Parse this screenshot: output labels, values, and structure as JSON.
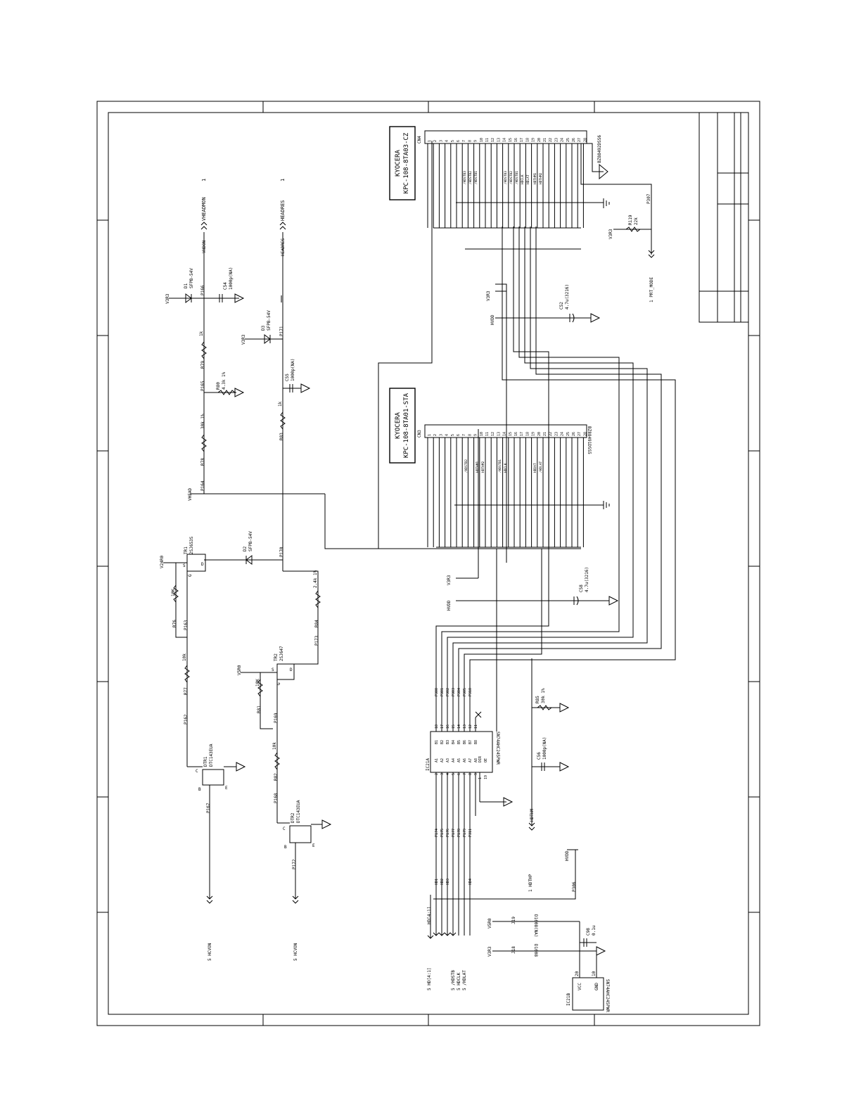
{
  "connectors": {
    "cn4": {
      "ref": "CN4",
      "maker": "KYOCERA",
      "part": "KPC-108-8TA03-CZ",
      "model": "BZ88492DSS6",
      "pins": [
        "1",
        "2",
        "3",
        "4",
        "5",
        "6",
        "7",
        "8",
        "9",
        "10",
        "11",
        "12",
        "13",
        "14",
        "15",
        "16",
        "17",
        "18",
        "19",
        "20",
        "21",
        "22",
        "23",
        "24",
        "25",
        "26",
        "27",
        "28"
      ],
      "signals": [
        "/HDSTB3",
        "/HDSTB2",
        "/HDSTB1",
        "/HDSTB3",
        "/HDSTB2",
        "/HDSTB1",
        "HDCLK",
        "HDLAT",
        "HDTHM1",
        "HDTHM2"
      ]
    },
    "cn3": {
      "ref": "CN3",
      "maker": "KYOCERA",
      "part": "KPC-108-8TA01-STA",
      "model": "BZ88491DSS5",
      "pins": [
        "1",
        "2",
        "3",
        "4",
        "5",
        "6",
        "7",
        "8",
        "9",
        "10",
        "11",
        "12",
        "13",
        "14",
        "15",
        "16",
        "17",
        "18",
        "19",
        "20",
        "21",
        "22",
        "23",
        "24",
        "25",
        "26",
        "27",
        "28"
      ],
      "signals": [
        "/HDSTB2",
        "HDTHM1",
        "HDTHM2",
        "/HDSTB1",
        "HDCLK",
        "HDDAT",
        "/HDLAT"
      ]
    }
  },
  "top_nets": {
    "vheadmon": "VHEADMON",
    "vheadmon_sheet": "1",
    "vhdon": "VHDON",
    "headres": "HEADRES",
    "headres_sheet": "1",
    "headres_net": "HEADRES"
  },
  "parts_top": {
    "d1": [
      "D1",
      "SFPB-54V"
    ],
    "c54": [
      "C54",
      "1000p(NA)"
    ],
    "d3": [
      "D3",
      "SFPB-54V"
    ],
    "c55": [
      "C55",
      "1000p(NA)"
    ],
    "r79": [
      "R79",
      "1k"
    ],
    "r80": [
      "R80",
      "4.3k 1%"
    ],
    "r78": [
      "R78",
      "30k 1%"
    ],
    "r83": [
      "R83",
      "1k"
    ],
    "c52": [
      "C52",
      "4.7u(3216)"
    ],
    "r119": [
      "R119",
      "22k"
    ],
    "v3r3": "V3R3",
    "hvdd": "HVDD",
    "vhead": "VHEAD",
    "prt_mode": "1 PRT_MODE",
    "test_points": [
      "P166",
      "P171",
      "P165",
      "P164",
      "P170",
      "P307"
    ]
  },
  "parts_mid": {
    "tr1": [
      "TR1",
      "2SJ653S"
    ],
    "d2": [
      "D2",
      "SFPB-54V"
    ],
    "v24r0": "V24R0",
    "r76": [
      "R76",
      "10K"
    ],
    "r84": [
      "R84",
      "2.4k 1%"
    ],
    "tr2": [
      "TR2",
      "2SJ647"
    ],
    "v5r0": "V5R0",
    "c58": [
      "C58",
      "4.7u(3216)"
    ],
    "pins": [
      "S",
      "G",
      "D",
      "S",
      "G",
      "D"
    ],
    "test_points": [
      "P163",
      "P173"
    ]
  },
  "parts_low": {
    "r77": [
      "R77",
      "10k"
    ],
    "r81": [
      "R81",
      "10K"
    ],
    "r82": [
      "R82",
      "10k"
    ],
    "dtr1": [
      "DTR1",
      "DTC143EUA"
    ],
    "dtr2": [
      "DTR2",
      "DTC143EUA"
    ],
    "pins": [
      "C",
      "B",
      "E",
      "C",
      "B",
      "E"
    ],
    "test_points": [
      "P162",
      "P169",
      "P168",
      "P167",
      "P172"
    ],
    "hcvon_a": "5 HCVON",
    "hcvon_b": "5 HCVON"
  },
  "ic21a": {
    "ref": "IC21A",
    "part": "SN74AHC245PWR",
    "a_pins": [
      "A1",
      "A2",
      "A3",
      "A4",
      "A5",
      "A6",
      "A7",
      "A8"
    ],
    "b_pins": [
      "B1",
      "B2",
      "B3",
      "B4",
      "B5",
      "B6",
      "B7",
      "B8"
    ],
    "a_nums": [
      "2",
      "3",
      "4",
      "5",
      "6",
      "7",
      "8",
      "9"
    ],
    "b_nums": [
      "18",
      "17",
      "16",
      "15",
      "14",
      "13",
      "12",
      "11"
    ],
    "ctrl": [
      "DIR",
      "OE"
    ],
    "ctrl_nums": [
      "1",
      "19"
    ],
    "b_tps": [
      "P300",
      "P301",
      "P302",
      "P303",
      "P304",
      "P305",
      "P310"
    ],
    "a_tps": [
      "P174",
      "P175",
      "P176",
      "P177",
      "P178",
      "P179",
      "P311"
    ],
    "hd_nets": [
      "HD1",
      "HD2",
      "HD3",
      "HD4"
    ]
  },
  "parts_bottom": {
    "r85": [
      "R85",
      "30k 1%"
    ],
    "c56": [
      "C56",
      "1000p(NA)"
    ],
    "hdthm": "HDTHM",
    "hdthp": "1 HDTHP",
    "hvdd": "HVDD",
    "p306": "P306",
    "j19": [
      "J19",
      "D1608(NA)"
    ],
    "j18": [
      "J18",
      "D1608"
    ],
    "c98": [
      "C98",
      "0.1u"
    ],
    "ic21b": [
      "IC21B",
      "SN74AHC245PWR"
    ],
    "vcc": [
      "VCC",
      "20"
    ],
    "gnd": [
      "GND",
      "10"
    ],
    "v5r0": "V5R0",
    "v3r3": "V3R3",
    "bus_labels": [
      "5 HD[4:1]",
      "5 /HDSTB",
      "5 HDCLK",
      "5 /HDLAT"
    ],
    "bus_tag": "HD[4:1]"
  }
}
